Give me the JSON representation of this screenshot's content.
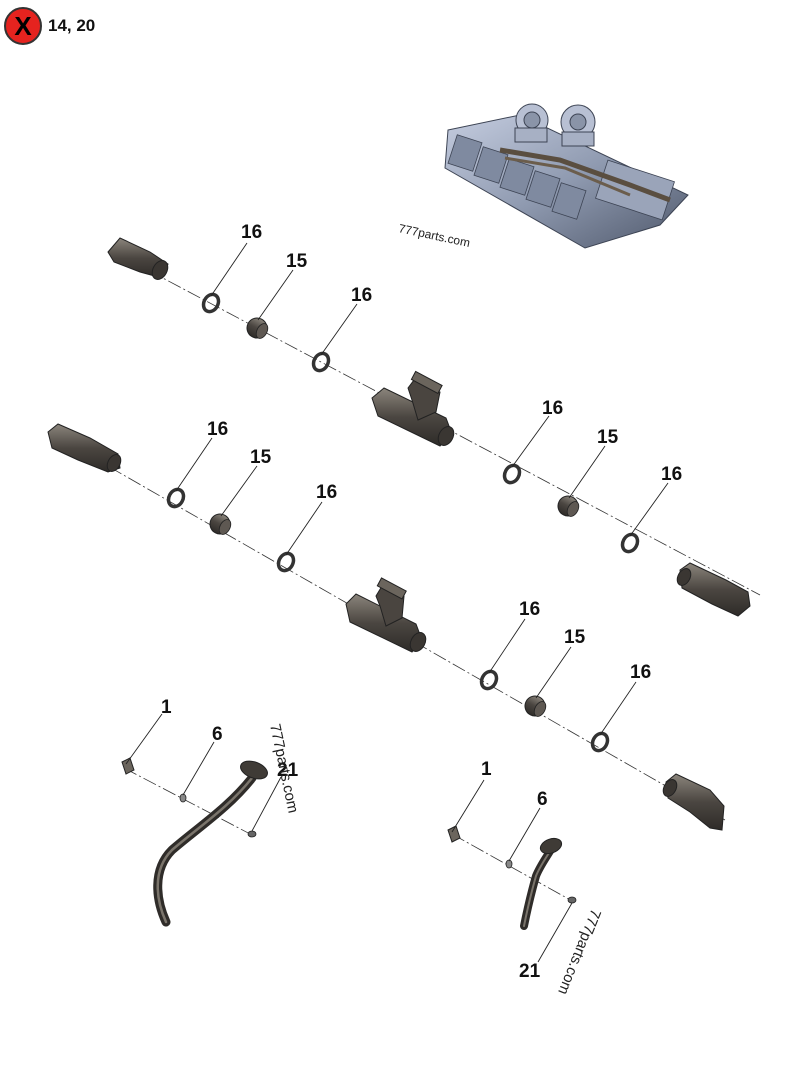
{
  "header": {
    "exclusion_symbol": "X",
    "exclusion_refs": "14, 20",
    "colors": {
      "badge": "#e5231f",
      "part_dark": "#3f3b36",
      "part_light": "#8a8378",
      "engine": "#8f9ab0"
    }
  },
  "watermarks": [
    "777parts.com",
    "777parts.com",
    "777parts.com"
  ],
  "callouts": {
    "upper": {
      "a": "16",
      "b": "15",
      "c": "16",
      "d": "16",
      "e": "15",
      "f": "16"
    },
    "lower": {
      "a": "16",
      "b": "15",
      "c": "16",
      "d": "16",
      "e": "15",
      "f": "16"
    },
    "left_pipe": {
      "a": "1",
      "b": "6",
      "c": "21"
    },
    "right_pipe": {
      "a": "1",
      "b": "6",
      "c": "21"
    }
  }
}
